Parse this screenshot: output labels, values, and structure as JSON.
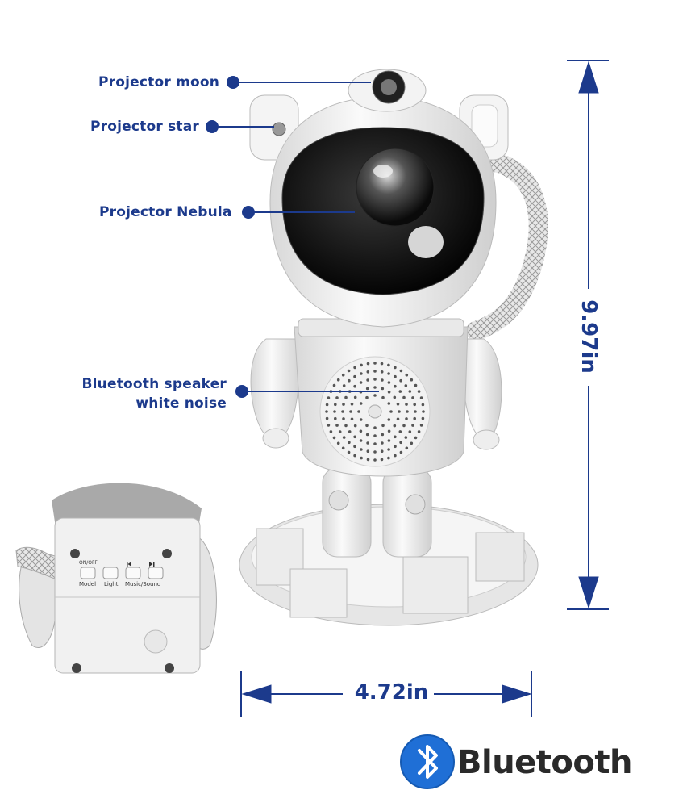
{
  "callouts": {
    "moon": "Projector moon",
    "star": "Projector star",
    "nebula": "Projector Nebula",
    "speaker_line1": "Bluetooth speaker",
    "speaker_line2": "white noise"
  },
  "dimensions": {
    "height": "9.97in",
    "width": "4.72in"
  },
  "inset_buttons": {
    "on_off": "ON/OFF",
    "model": "Model",
    "light": "Light",
    "music_sound": "Music/Sound"
  },
  "brand": {
    "bluetooth": "Bluetooth"
  },
  "colors": {
    "accent": "#1c3a8c",
    "bluetooth_blue": "#1f6fd6"
  },
  "icons": [
    "bluetooth-icon",
    "prev-track-icon",
    "next-track-icon"
  ]
}
